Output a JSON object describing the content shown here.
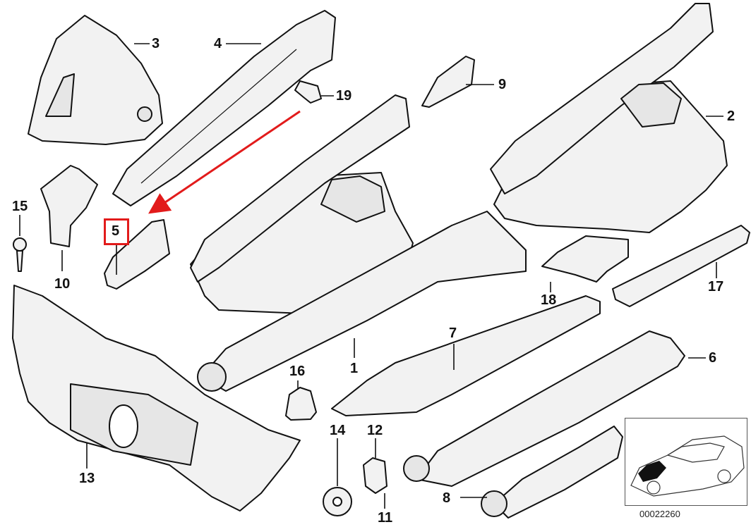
{
  "diagram": {
    "highlight_color": "#e21b1b",
    "line_color": "#111111",
    "part_fill": "#f2f2f2",
    "callouts": {
      "c1": "1",
      "c2": "2",
      "c3": "3",
      "c4": "4",
      "c5": "5",
      "c6": "6",
      "c7": "7",
      "c8": "8",
      "c9": "9",
      "c10": "10",
      "c11": "11",
      "c12": "12",
      "c13": "13",
      "c14": "14",
      "c15": "15",
      "c16": "16",
      "c17": "17",
      "c18": "18",
      "c19": "19"
    },
    "highlighted_callout": "5",
    "reference_code": "00022260"
  }
}
